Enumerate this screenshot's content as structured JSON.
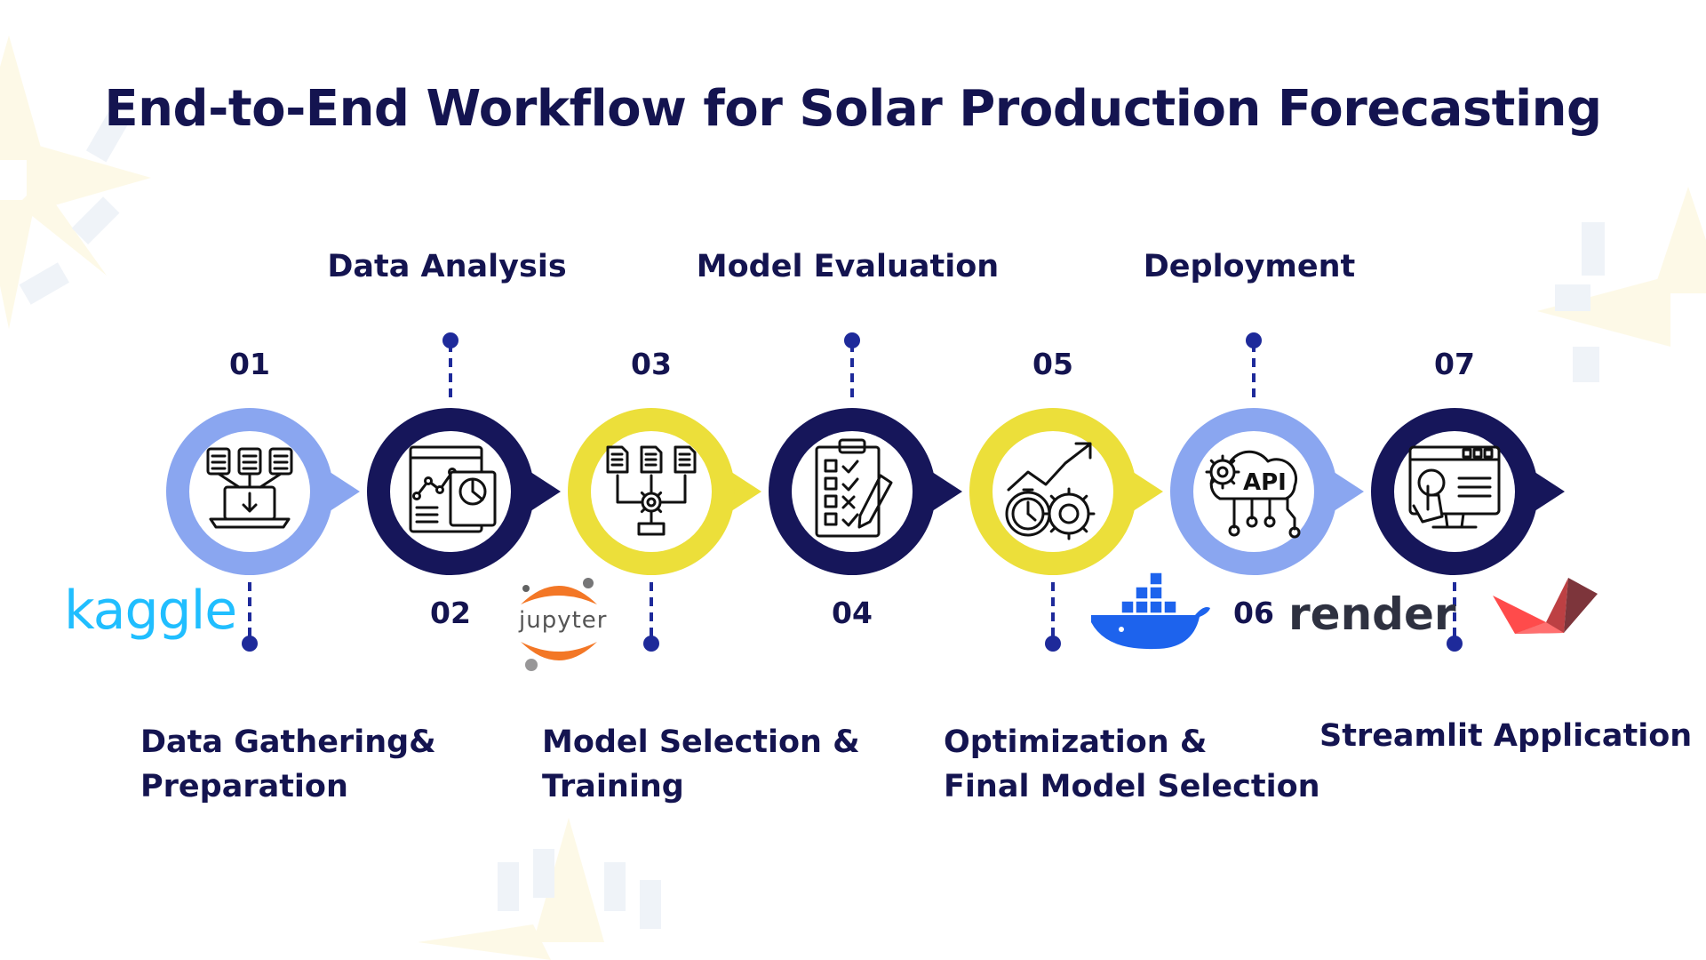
{
  "title": "End-to-End Workflow for Solar Production Forecasting",
  "steps": [
    {
      "num": "01",
      "label_line1": "Data Gathering&",
      "label_line2": "Preparation",
      "icon": "download-laptop-icon",
      "ring_color": "#8aa6f0"
    },
    {
      "num": "02",
      "label": "Data Analysis",
      "icon": "analytics-dashboard-icon",
      "ring_color": "#16165a"
    },
    {
      "num": "03",
      "label_line1": "Model Selection &",
      "label_line2": "Training",
      "icon": "documents-gear-merge-icon",
      "ring_color": "#ecdf3a"
    },
    {
      "num": "04",
      "label": "Model Evaluation",
      "icon": "checklist-clipboard-icon",
      "ring_color": "#16165a"
    },
    {
      "num": "05",
      "label_line1": "Optimization &",
      "label_line2": "Final Model Selection",
      "icon": "growth-stopwatch-gear-icon",
      "ring_color": "#ecdf3a"
    },
    {
      "num": "06",
      "label": "Deployment",
      "icon": "api-cloud-icon",
      "ring_color": "#8aa6f0"
    },
    {
      "num": "07",
      "label": "Streamlit Application",
      "icon": "monitor-touch-icon",
      "ring_color": "#16165a"
    }
  ],
  "logos": {
    "kaggle": "kaggle",
    "jupyter": "jupyter",
    "docker": "docker-whale-logo",
    "render": "render",
    "streamlit": "streamlit-boat-logo"
  },
  "colors": {
    "navy": "#141450",
    "connector": "#1e2a9a",
    "light_blue": "#8aa6f0",
    "yellow": "#ecdf3a",
    "kaggle_blue": "#20beff",
    "jupyter_orange": "#f37726",
    "docker_blue": "#1d63ed",
    "streamlit_red": "#ff4b4b"
  }
}
